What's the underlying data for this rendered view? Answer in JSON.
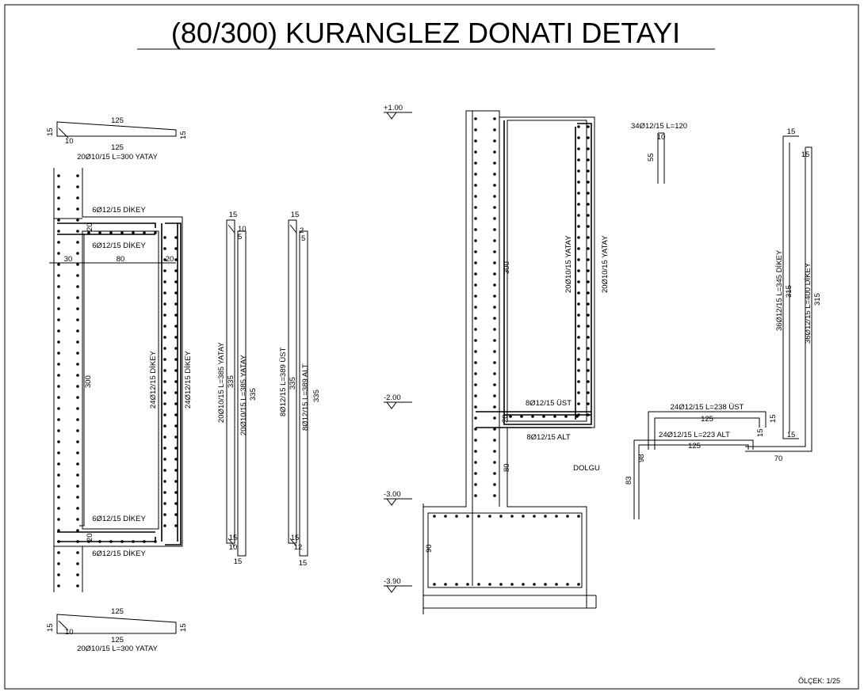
{
  "title": "(80/300) KURANGLEZ DONATI DETAYI",
  "scale": "ÖLÇEK: 1/25",
  "plan": {
    "top_bar": {
      "length_top": "125",
      "hook_left": "15",
      "hook_right": "15",
      "hook_inner": "10",
      "length_bottom": "125",
      "spec": "20Ø10/15  L=300 YATAY"
    },
    "bottom_bar": {
      "length_top": "125",
      "hook_left": "15",
      "hook_right": "15",
      "hook_inner": "10",
      "length_bottom": "125",
      "spec": "20Ø10/15  L=300 YATAY"
    },
    "top_outer": "6Ø12/15  DİKEY",
    "top_inner": "6Ø12/15  DİKEY",
    "bottom_inner": "6Ø12/15  DİKEY",
    "bottom_outer": "6Ø12/15  DİKEY",
    "dim_30": "30",
    "dim_80": "80",
    "dim_20_right": "20",
    "dim_20_top": "20",
    "dim_20_bottom": "20",
    "dim_300": "300",
    "side_inner": "24Ø12/15  DİKEY",
    "side_outer": "24Ø12/15  DİKEY"
  },
  "bar_a": {
    "top_15": "15",
    "top_10": "10",
    "top_5": "5",
    "spec1": "20Ø10/15  L=385  YATAY",
    "len1": "335",
    "spec2": "20Ø10/15  L=385  YATAY",
    "len2": "335",
    "bot_15": "15",
    "bot_10": "10",
    "bot_15b": "15"
  },
  "bar_b": {
    "top_15": "15",
    "top_2": "2",
    "top_5": "5",
    "spec1": "8Ø12/15  L=389  ÜST",
    "len1": "335",
    "spec2": "8Ø12/15  L=389  ALT",
    "len2": "335",
    "bot_15": "15",
    "bot_12": "12",
    "bot_15b": "15"
  },
  "section": {
    "lvl1": "+1.00",
    "lvl2": "-2.00",
    "lvl3": "-3.00",
    "lvl4": "-3.90",
    "dim_300": "300",
    "dim_80": "80",
    "dim_90": "90",
    "dim_20": "20",
    "yatay1": "20Ø10/15  YATAY",
    "yatay2": "20Ø10/15  YATAY",
    "ust": "8Ø12/15  ÜST",
    "alt": "8Ø12/15  ALT",
    "dolgu": "DOLGU"
  },
  "hook_bar": {
    "spec": "34Ø12/15  L=120",
    "dim_10": "10",
    "dim_55": "55"
  },
  "l_bars": {
    "ust_spec": "24Ø12/15  L=238  ÜST",
    "ust_len": "125",
    "ust_hook": "15",
    "ust_leg": "98",
    "alt_spec": "24Ø12/15  L=223  ALT",
    "alt_len": "125",
    "alt_hook": "15",
    "alt_leg": "83"
  },
  "vert_bars": {
    "bar1_top": "15",
    "bar1_spec": "36Ø12/15  L=345  DİKEY",
    "bar1_len": "315",
    "bar1_bot": "15",
    "bar2_top": "15",
    "bar2_spec": "36Ø12/15  L=400  DİKEY",
    "bar2_len": "315",
    "bar2_foot": "70"
  }
}
